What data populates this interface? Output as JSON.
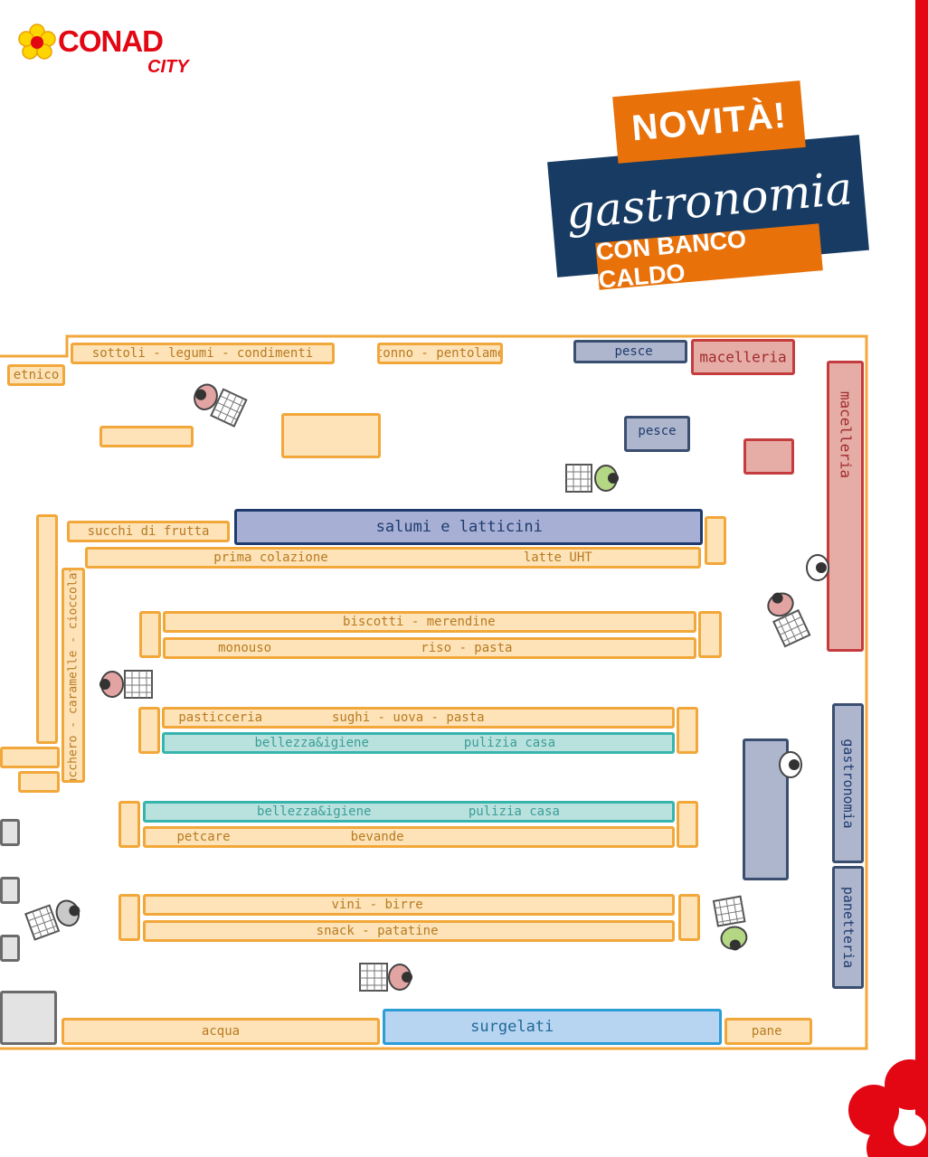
{
  "brand": {
    "name": "CONAD",
    "sub": "CITY",
    "red": "#e30613",
    "yellow": "#ffd500"
  },
  "promo": {
    "line1": "NOVITÀ!",
    "script": "gastronomia",
    "line3": "CON BANCO CALDO",
    "orange": "#e8710a",
    "navy": "#173b63"
  },
  "map": {
    "sections": {
      "sottoli": "sottoli - legumi - condimenti",
      "tonno": "tonno - pentolame",
      "etnico": "etnico",
      "pesce_top": "pesce",
      "pesce_mid": "pesce",
      "macelleria_top": "macelleria",
      "macelleria_side": "macelleria",
      "succhi": "succhi di frutta",
      "salumi": "salumi e latticini",
      "colazione": "prima colazione",
      "latte": "latte UHT",
      "zucchero": "zucchero - caramelle - cioccolata",
      "biscotti": "biscotti - merendine",
      "monouso": "monouso",
      "riso": "riso - pasta",
      "pasticceria": "pasticceria",
      "sughi": "sughi - uova - pasta",
      "bellezza1": "bellezza&igiene",
      "pulizia1": "pulizia casa",
      "bellezza2": "bellezza&igiene",
      "pulizia2": "pulizia casa",
      "petcare": "petcare",
      "bevande": "bevande",
      "vini": "vini - birre",
      "snack": "snack - patatine",
      "acqua": "acqua",
      "surgelati": "surgelati",
      "pane": "pane",
      "gastronomia": "gastronomia",
      "panetteria": "panetteria"
    }
  }
}
